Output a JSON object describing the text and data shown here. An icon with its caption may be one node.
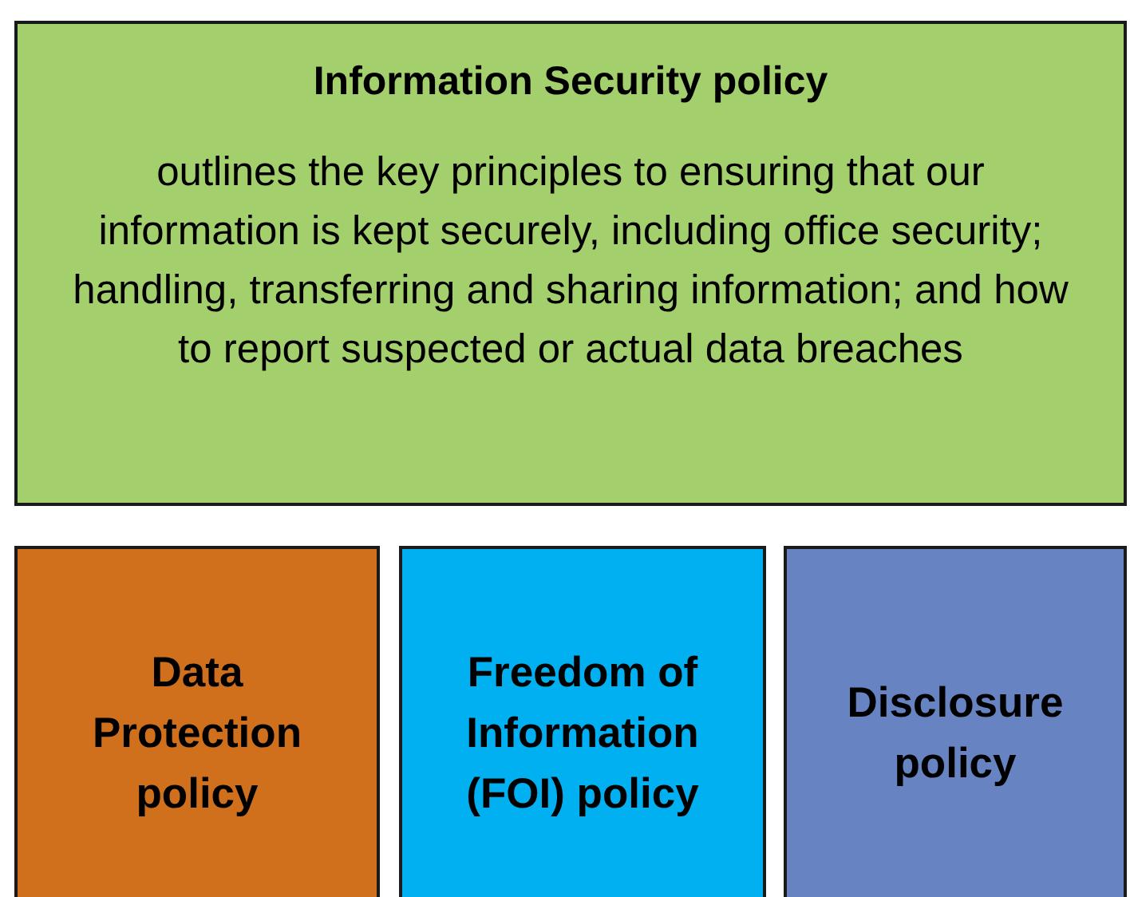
{
  "diagram": {
    "nodes": [
      {
        "text": [
          "Information Security policy",
          "outlines the key principles to ensuring that our information is kept securely, including office security; handling, transferring and sharing information; and how to report suspected or actual data breaches"
        ]
      },
      {
        "text": [
          "Data Protection policy"
        ]
      },
      {
        "text": [
          "Freedom of Information (FOI) policy"
        ]
      },
      {
        "text": [
          "Disclosure policy"
        ]
      }
    ]
  }
}
